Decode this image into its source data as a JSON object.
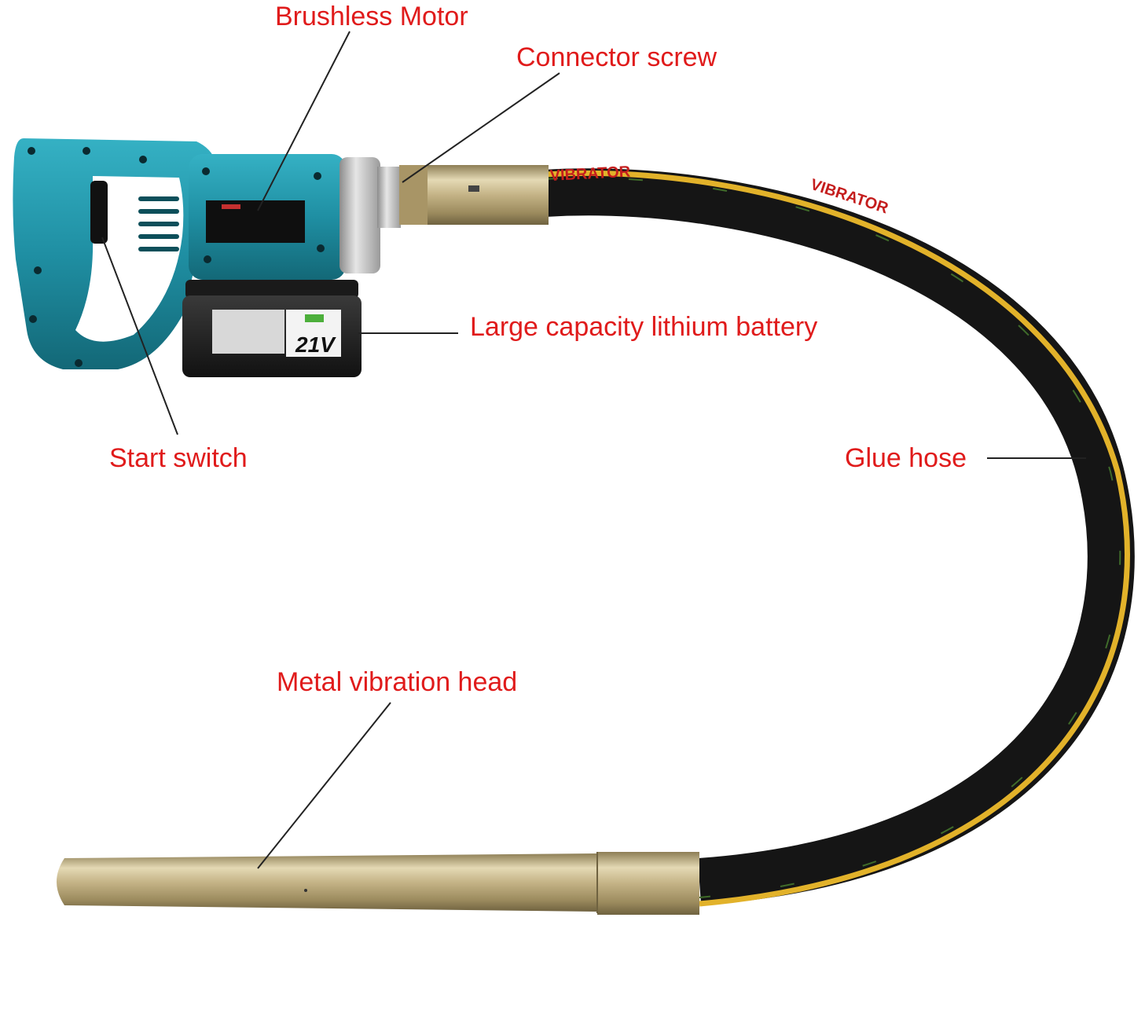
{
  "diagram": {
    "labels": {
      "motor": "Brushless Motor",
      "screw": "Connector screw",
      "battery": "Large capacity lithium battery",
      "switch": "Start switch",
      "hose": "Glue hose",
      "head": "Metal vibration head"
    },
    "battery_voltage": "21V",
    "hose_print": "VIBRATOR",
    "colors": {
      "label_text": "#e01b1b",
      "leader_line": "#222222",
      "body_teal": "#1f8fa3",
      "hose_black": "#1c1c1c",
      "hose_stripe": "#e2b22a",
      "metal": "#b9a878"
    }
  }
}
